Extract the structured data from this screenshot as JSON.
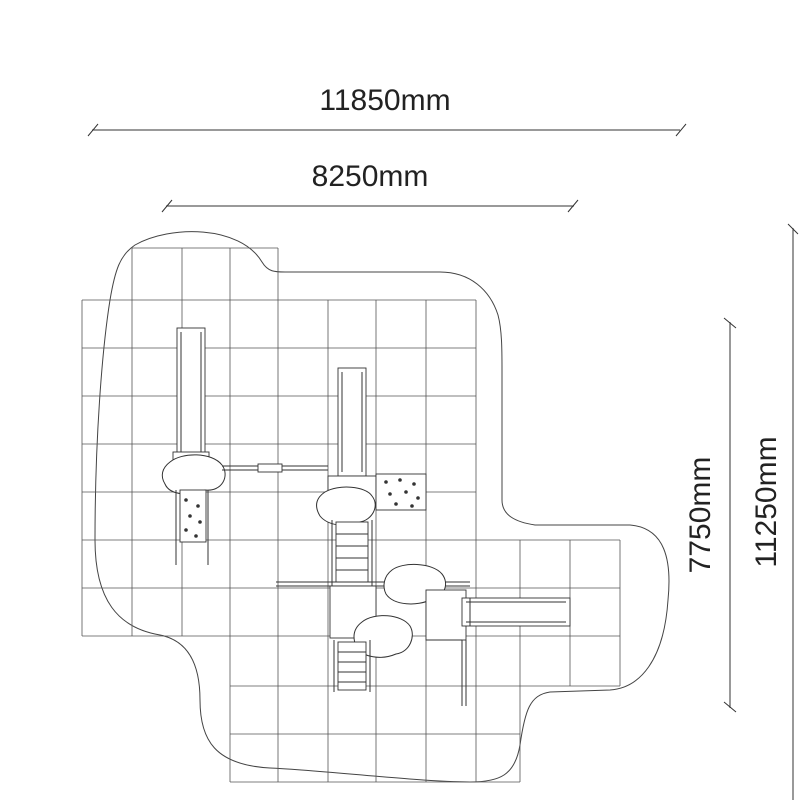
{
  "dimensions": {
    "overall_width": "11850mm",
    "equipment_width": "8250mm",
    "equipment_depth": "7750mm",
    "overall_depth": "11250mm"
  }
}
